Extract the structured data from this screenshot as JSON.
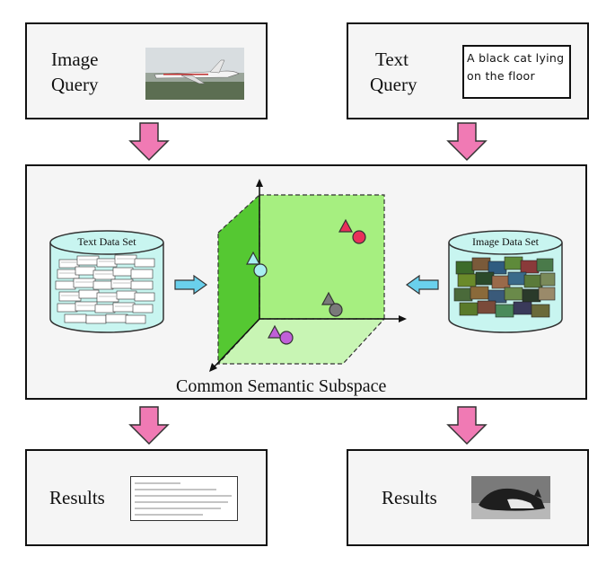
{
  "image_query": {
    "line1": "Image",
    "line2": "Query"
  },
  "text_query": {
    "line1": "Text",
    "line2": "Query",
    "query_text": "A black cat lying on the floor"
  },
  "center": {
    "text_dataset_label": "Text Data Set",
    "image_dataset_label": "Image Data Set",
    "caption": "Common Semantic Subspace"
  },
  "results_left": {
    "label": "Results"
  },
  "results_right": {
    "label": "Results"
  },
  "colors": {
    "arrow_pink": "#f07ab4",
    "plane_green": "#8ee66a",
    "plane_green_dark": "#55c832",
    "cylinder_cyan": "#c8f5f0",
    "side_arrow_blue": "#6ad0ec",
    "marker_red": "#e8305a",
    "marker_cyan": "#a8eef0",
    "marker_gray": "#7a7a7a",
    "marker_purple": "#c060d8"
  }
}
